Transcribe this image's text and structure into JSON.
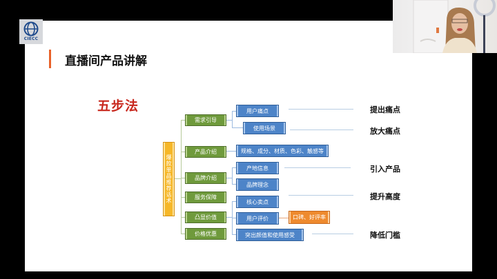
{
  "logo": {
    "text": "CIECC",
    "icon": "globe-logo-icon",
    "color": "#1e4a8c"
  },
  "slide": {
    "title": "直播间产品讲解",
    "accent_color": "#e8622a",
    "method_title": "五步法",
    "method_color": "#c8281e"
  },
  "diagram": {
    "root": "爆款单品推荐话术",
    "categories": [
      "需求引导",
      "产品介绍",
      "品牌介绍",
      "服务保障",
      "凸显价值",
      "价格优惠"
    ],
    "details": {
      "pain_point": "用户痛点",
      "scenario": "使用场景",
      "specs": "规格、成分、材质、色彩、触感等",
      "origin": "产地信息",
      "brand_concept": "品牌理念",
      "selling_point": "核心卖点",
      "user_review": "用户评价",
      "appearance": "突出颜值和使用感受"
    },
    "reputation": "口碑、好评率",
    "steps": [
      "提出痛点",
      "放大痛点",
      "引入产品",
      "提升高度",
      "降低门槛"
    ],
    "colors": {
      "category": "#6f9a3c",
      "detail": "#4d84c8",
      "root": "#f6b728",
      "highlight": "#ee8a2e"
    }
  },
  "webcam": {
    "label": "presenter-video"
  }
}
